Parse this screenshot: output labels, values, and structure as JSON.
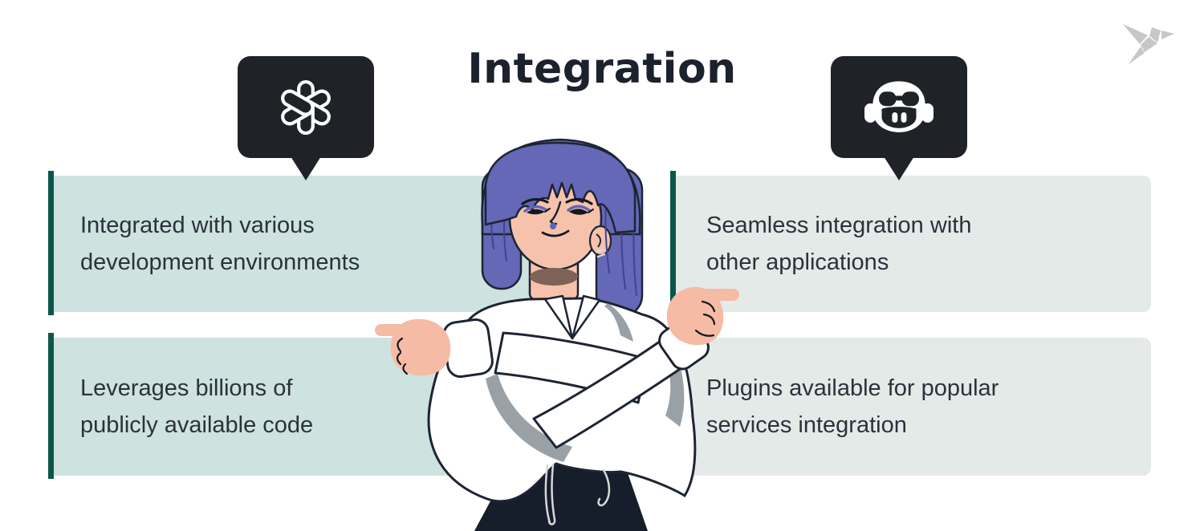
{
  "header": {
    "title": "Integration"
  },
  "panels": {
    "top_left": {
      "lines": [
        "Integrated with various",
        "development environments"
      ]
    },
    "top_right": {
      "lines": [
        "Seamless integration with",
        "other applications"
      ]
    },
    "bottom_left": {
      "lines": [
        "Leverages billions of",
        "publicly available code"
      ]
    },
    "bottom_right": {
      "lines": [
        "Plugins available for popular",
        "services integration"
      ]
    }
  },
  "bubbles": {
    "left_icon": "openai-logo",
    "right_icon": "github-copilot-logo"
  },
  "brand": {
    "logo": "origami-bird"
  },
  "illustration": {
    "subject": "woman with purple bob hair and white shirt, arms crossed, pointing left and right"
  },
  "colors": {
    "accent_bar": "#0b564c",
    "panel_left_bg": "#cee2e0",
    "panel_right_bg": "#e4eae7",
    "bubble_bg": "#1f2328",
    "title_text": "#1b212d",
    "body_text": "#2a323c",
    "hair": "#6468b7",
    "skin": "#f7c2ac",
    "pants": "#161d2b",
    "logo_gray": "#c7c7c7"
  }
}
